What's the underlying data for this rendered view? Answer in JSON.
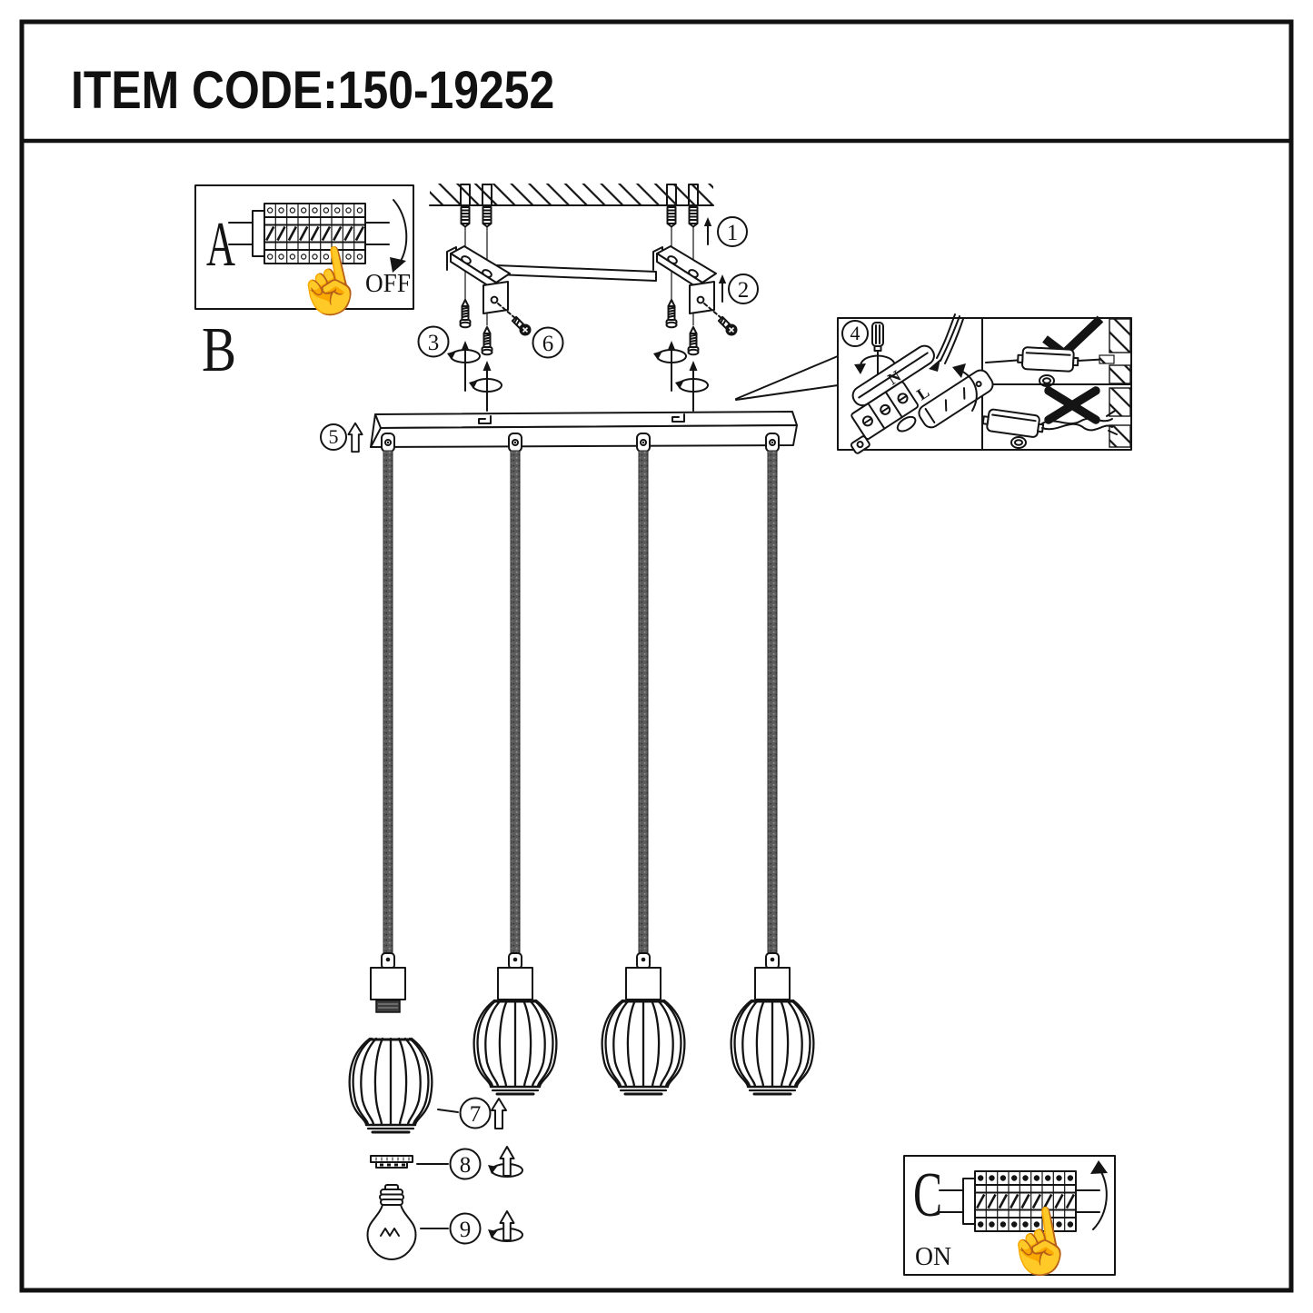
{
  "title": "ITEM CODE:150-19252",
  "labels": {
    "panel_a": "A",
    "section_b": "B",
    "panel_c": "C",
    "power_off": "OFF",
    "power_on": "ON"
  },
  "wiring": {
    "neutral": "N",
    "live": "L"
  },
  "steps": {
    "s1": "1",
    "s2": "2",
    "s3": "3",
    "s4": "4",
    "s5": "5",
    "s6": "6",
    "s7": "7",
    "s8": "8",
    "s9": "9"
  },
  "colors": {
    "ink": "#141414",
    "cord": "#5c5c5c",
    "paper": "#ffffff"
  }
}
